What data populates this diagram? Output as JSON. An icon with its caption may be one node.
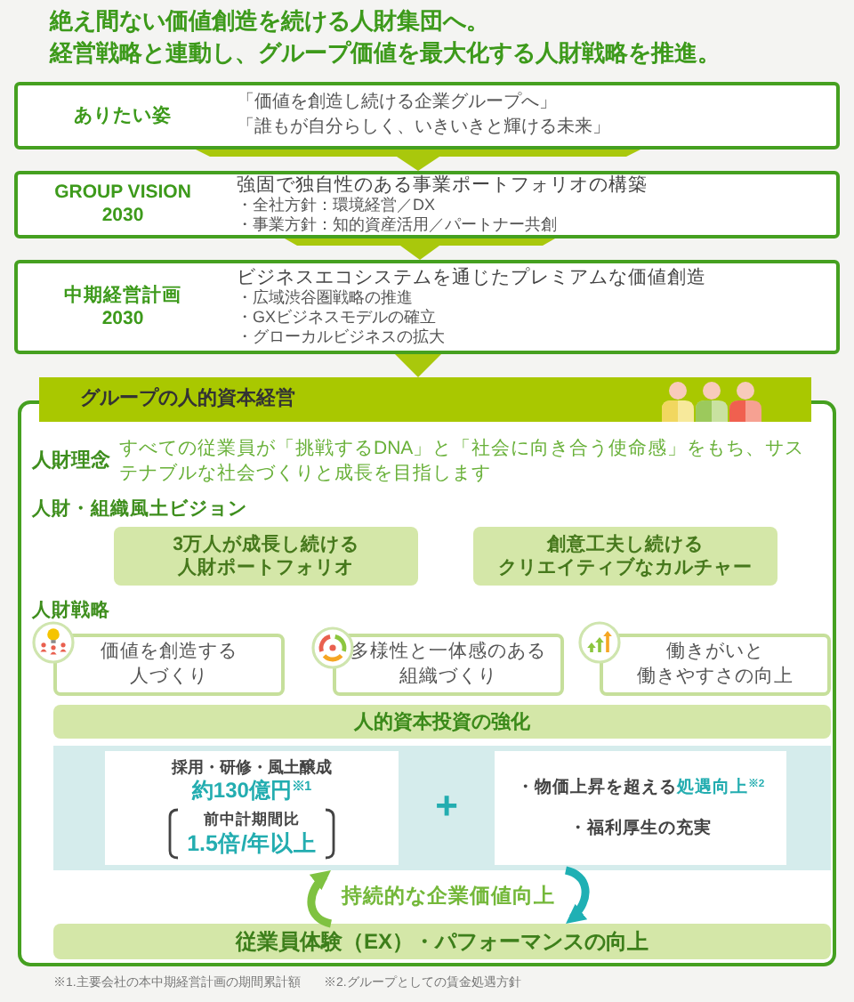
{
  "diagram": {
    "title": "絶え間ない価値創造を続ける人財集団へ。",
    "nodes": [
      {
        "text": [
          "ありたい姿",
          "「価値を創造し続ける企業グループへ」",
          "「誰もが自分らしく、いきいきと輝ける未来」"
        ]
      },
      {
        "text": [
          "GROUP VISION 2030",
          "強固で独自性のある事業ポートフォリオの構築",
          "・全社方針：環境経営／DX",
          "・事業方針：知的資産活用／パートナー共創"
        ]
      },
      {
        "text": [
          "中期経営計画2030",
          "ビジネスエコシステムを通じたプレミアムな価値創造",
          "・広域渋谷圏戦略の推進",
          "・GXビジネスモデルの確立",
          "・グローカルビジネスの拡大"
        ]
      },
      {
        "text": [
          "グループの人的資本経営"
        ]
      },
      {
        "text": [
          "3万人が成長し続ける人財ポートフォリオ"
        ],
        "in": 3
      },
      {
        "text": [
          "創意工夫し続けるクリエイティブなカルチャー"
        ],
        "in": 3
      },
      {
        "text": [
          "価値を創造する人づくり"
        ],
        "in": 3
      },
      {
        "text": [
          "多様性と一体感のある組織づくり"
        ],
        "in": 3
      },
      {
        "text": [
          "働きがいと働きやすさの向上"
        ],
        "in": 3
      },
      {
        "text": [
          "人的資本投資の強化"
        ],
        "in": 3
      },
      {
        "text": [
          "+"
        ],
        "in": 3
      },
      {
        "text": [
          "採用・研修・風土醸成",
          "約130億円$^{※1}$",
          "前中計期間比",
          "1.5倍/年以上"
        ],
        "in": 10
      },
      {
        "text": [
          "・物価上昇を超える**処遇向上**$^{※2}$",
          "・福利厚生の充実"
        ],
        "in": 10
      },
      {
        "text": [
          "従業員体験（EX）・パフォーマンスの向上"
        ],
        "in": 3
      }
    ],
    "edges": [
      {
        "from": 0,
        "to": 1,
        "arrow": "to"
      },
      {
        "from": 1,
        "to": 2,
        "arrow": "to"
      },
      {
        "from": 2,
        "to": 3,
        "arrow": "to"
      },
      {
        "from": 13,
        "to": 10,
        "arrow": "to",
        "color": "#7fc241"
      },
      {
        "from": 10,
        "to": 13,
        "arrow": "to",
        "color": "#1fb0b4"
      }
    ],
    "labels": [
      "経営戦略と連動し、グループ価値を最大化する人財戦略を推進。",
      "人財理念",
      "すべての従業員が「挑戦するDNA」と「社会に向き合う使命感」をもち、サステナブルな社会づくりと成長を目指します",
      "人財・組織風土ビジョン",
      "人財戦略",
      "持続的な企業価値向上",
      "※1.主要会社の本中期経営計画の期間累計額",
      "※2.グループとしての賃金処遇方針"
    ]
  }
}
